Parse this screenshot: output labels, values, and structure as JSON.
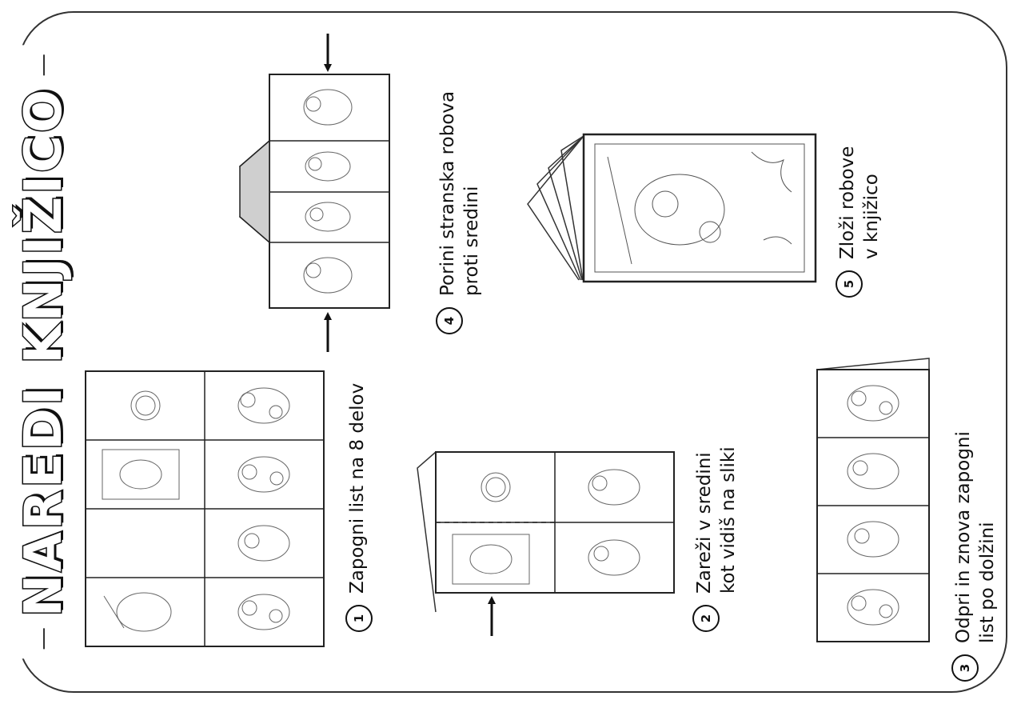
{
  "title": "NAREDI KNJIŽICO",
  "steps": [
    {
      "number": "1",
      "lines": [
        "Zapogni list na 8 delov"
      ]
    },
    {
      "number": "2",
      "lines": [
        "Zareži v sredini",
        "kot vidiš na sliki"
      ]
    },
    {
      "number": "3",
      "lines": [
        "Odpri in znova zapogni",
        "list po dolžini"
      ]
    },
    {
      "number": "4",
      "lines": [
        "Porini stranska robova",
        "proti sredini"
      ]
    },
    {
      "number": "5",
      "lines": [
        "Zloži robove",
        "v knjižico"
      ]
    }
  ]
}
